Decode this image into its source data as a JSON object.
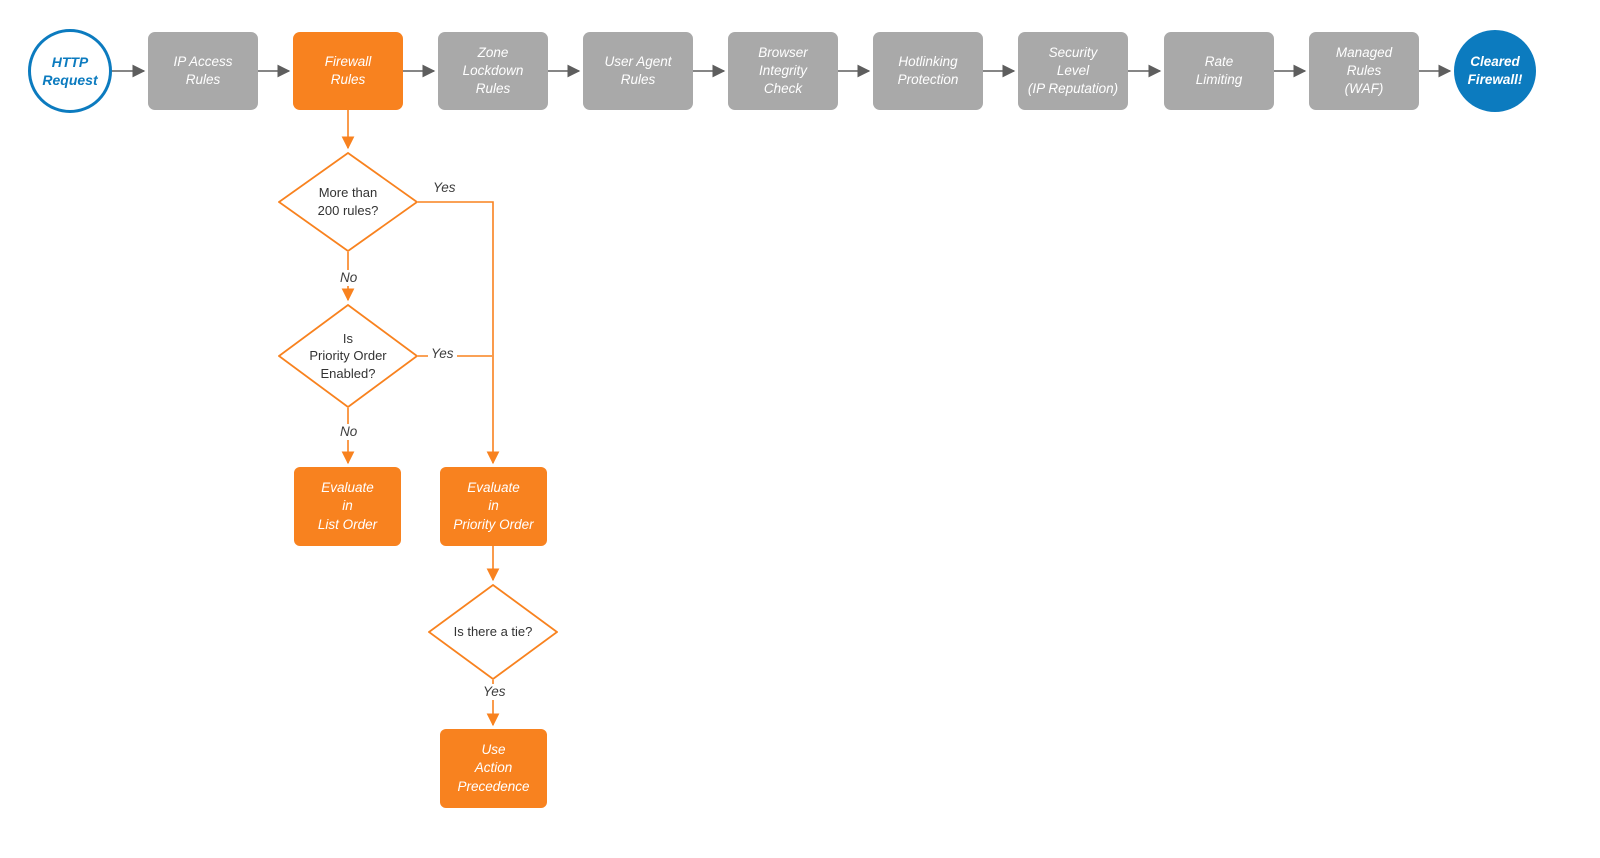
{
  "diagram": {
    "title": "HTTP request firewall evaluation flowchart",
    "colors": {
      "orange": "#F8821F",
      "gray": "#A9A9A9",
      "blue": "#0C7BBF",
      "connector_gray": "#666666"
    },
    "start": {
      "label": "HTTP\nRequest"
    },
    "end": {
      "label": "Cleared\nFirewall!"
    },
    "steps": [
      {
        "label": "IP Access\nRules"
      },
      {
        "label": "Firewall\nRules"
      },
      {
        "label": "Zone\nLockdown\nRules"
      },
      {
        "label": "User Agent\nRules"
      },
      {
        "label": "Browser\nIntegrity\nCheck"
      },
      {
        "label": "Hotlinking\nProtection"
      },
      {
        "label": "Security\nLevel\n(IP Reputation)"
      },
      {
        "label": "Rate\nLimiting"
      },
      {
        "label": "Managed\nRules\n(WAF)"
      }
    ],
    "decisions": [
      {
        "label": "More than\n200 rules?"
      },
      {
        "label": "Is\nPriority Order\nEnabled?"
      },
      {
        "label": "Is there a tie?"
      }
    ],
    "actions": [
      {
        "label": "Evaluate\nin\nList Order"
      },
      {
        "label": "Evaluate\nin\nPriority Order"
      },
      {
        "label": "Use\nAction\nPrecedence"
      }
    ],
    "edge_labels": [
      {
        "text": "Yes"
      },
      {
        "text": "No"
      },
      {
        "text": "Yes"
      },
      {
        "text": "No"
      },
      {
        "text": "Yes"
      }
    ]
  }
}
